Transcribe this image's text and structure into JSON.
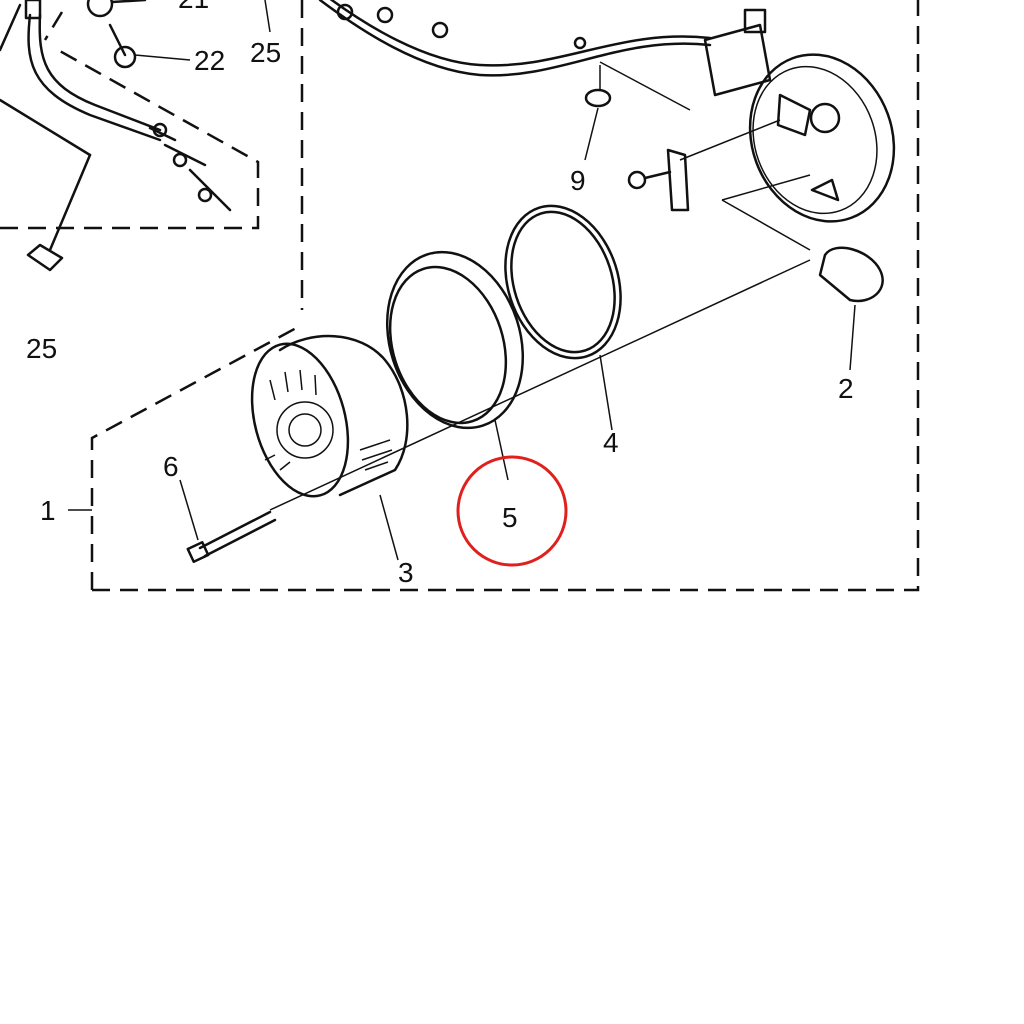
{
  "diagram": {
    "labels": {
      "p21": "21",
      "p22": "22",
      "p25_top": "25",
      "p25_left": "25",
      "p9": "9",
      "p2": "2",
      "p4": "4",
      "p5": "5",
      "p6": "6",
      "p1": "1",
      "p3": "3"
    },
    "highlight": {
      "part": "5",
      "color": "#e0201c"
    }
  }
}
